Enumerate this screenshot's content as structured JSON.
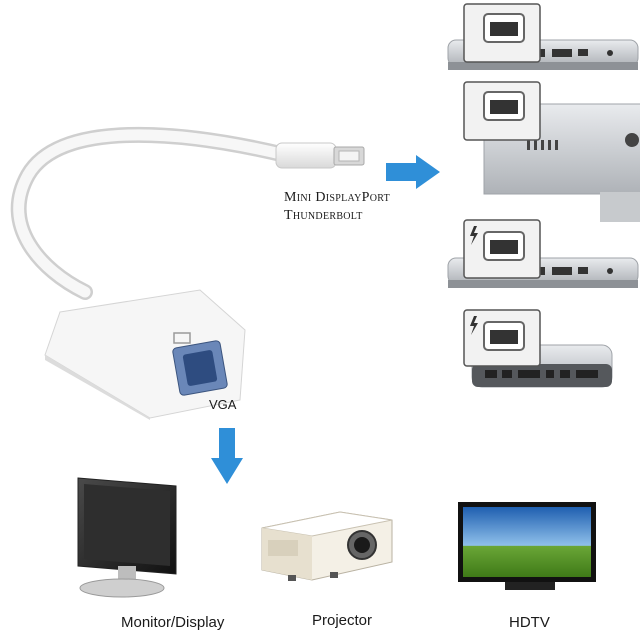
{
  "labels": {
    "mini_displayport": "Mini DisplayPort",
    "thunderbolt": "Thunderbolt",
    "vga": "VGA",
    "monitor": "Monitor/Display",
    "projector": "Projector",
    "hdtv": "HDTV"
  },
  "colors": {
    "arrow": "#2f8fd8",
    "cable": "#f3f3f3",
    "device_silver": "#c9ccd0",
    "screen_sky": "#3a7cc9",
    "screen_grass": "#5f9d2a"
  },
  "icons": [
    "thunderbolt-icon",
    "monitor-icon",
    "projector-icon",
    "tv-icon",
    "laptop-icon",
    "imac-icon",
    "mac-mini-icon",
    "arrow-right-icon",
    "arrow-down-icon"
  ]
}
